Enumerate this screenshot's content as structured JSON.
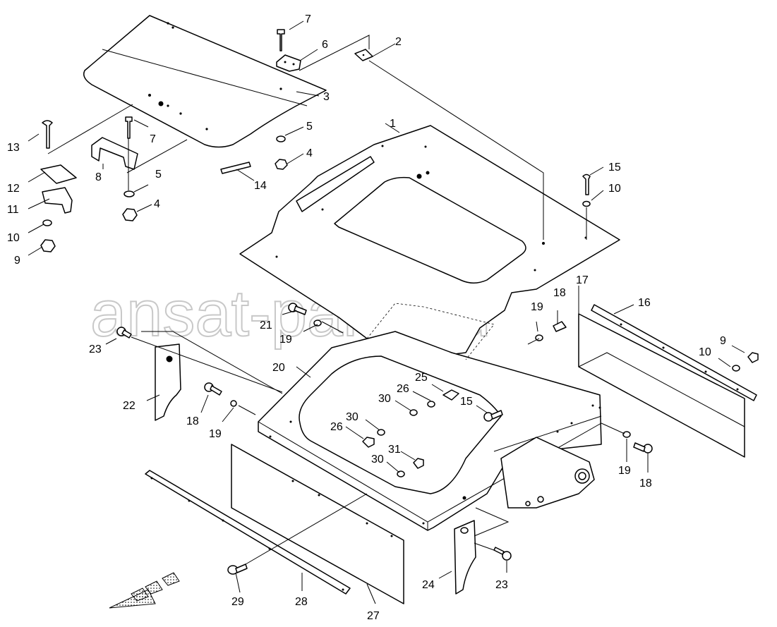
{
  "watermark": "ansat-parts.ru",
  "callouts": {
    "c1": "1",
    "c2": "2",
    "c3": "3",
    "c4a": "4",
    "c4b": "4",
    "c5a": "5",
    "c5b": "5",
    "c6": "6",
    "c7a": "7",
    "c7b": "7",
    "c8": "8",
    "c9a": "9",
    "c9b": "9",
    "c10a": "10",
    "c10b": "10",
    "c10c": "10",
    "c11": "11",
    "c12": "12",
    "c13": "13",
    "c14": "14",
    "c15a": "15",
    "c15b": "15",
    "c16": "16",
    "c17": "17",
    "c18a": "18",
    "c18b": "18",
    "c18c": "18",
    "c19a": "19",
    "c19b": "19",
    "c19c": "19",
    "c19d": "19",
    "c20": "20",
    "c21": "21",
    "c22": "22",
    "c23a": "23",
    "c23b": "23",
    "c24": "24",
    "c25": "25",
    "c26a": "26",
    "c26b": "26",
    "c27": "27",
    "c28": "28",
    "c29": "29",
    "c30a": "30",
    "c30b": "30",
    "c30c": "30",
    "c31": "31"
  }
}
